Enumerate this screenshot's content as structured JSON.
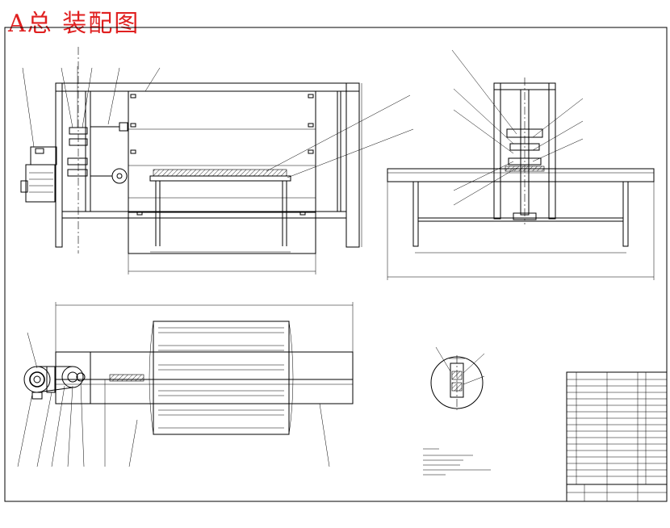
{
  "drawing": {
    "title": "A总 装配图"
  },
  "views": {
    "front": "front-view",
    "side": "side-view",
    "top": "top-view",
    "detail": "section-detail-view"
  },
  "colors": {
    "title": "#e02020",
    "lines": "#000000",
    "background": "#ffffff"
  }
}
